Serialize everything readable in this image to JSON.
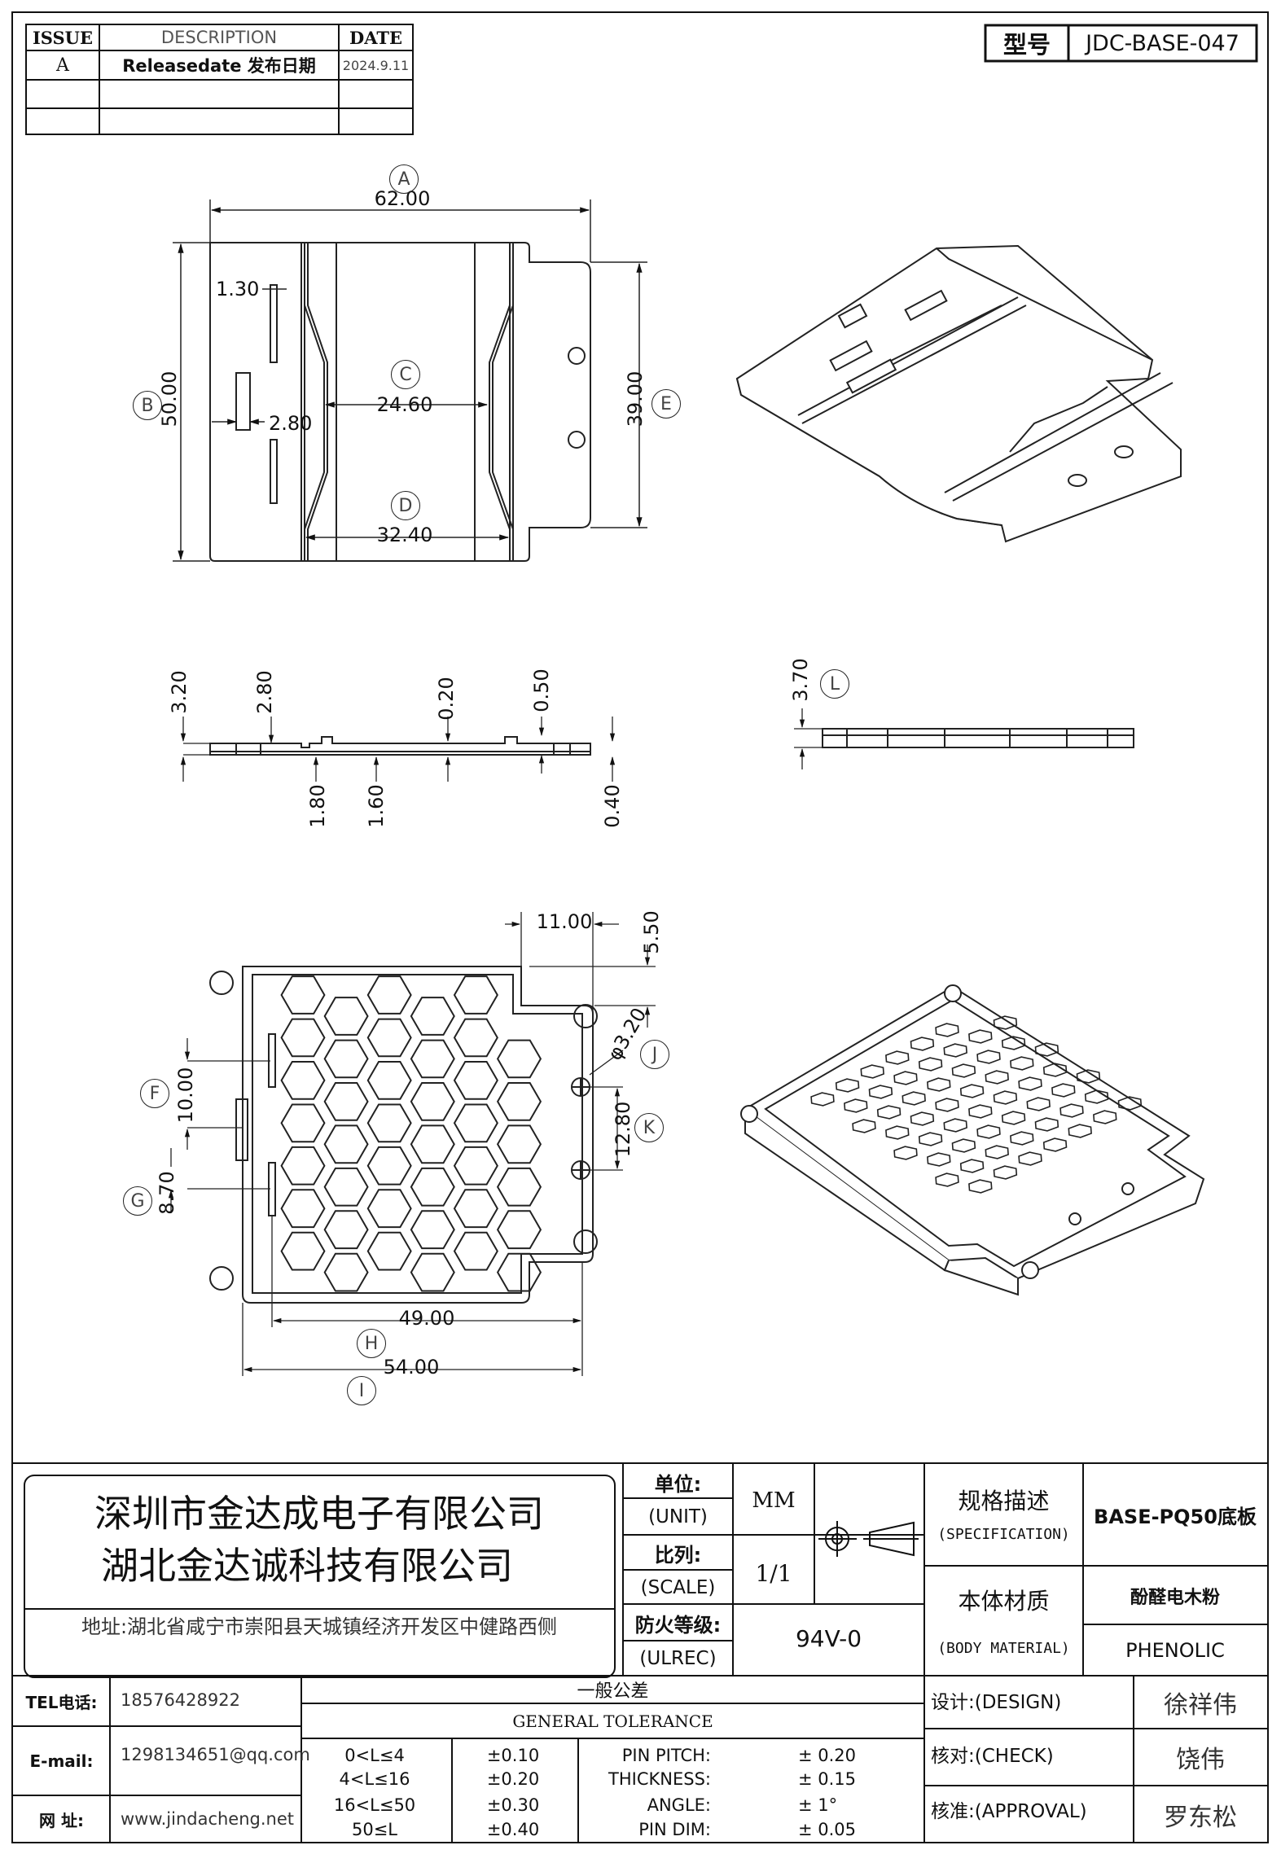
{
  "revision_table": {
    "headers": [
      "ISSUE",
      "DESCRIPTION",
      "DATE"
    ],
    "rows": [
      {
        "issue": "A",
        "description": "Releasedate 发布日期",
        "date": "2024.9.11"
      }
    ]
  },
  "model": {
    "label": "型号",
    "value": "JDC-BASE-047"
  },
  "dimensions": {
    "A": "62.00",
    "B": "50.00",
    "C": "24.60",
    "D": "32.40",
    "E": "39.00",
    "slot_w": "1.30",
    "slot_gap": "2.80",
    "side_h1": "3.20",
    "side_h2": "2.80",
    "side_t1": "0.20",
    "side_t2": "0.50",
    "side_b1": "1.80",
    "side_b2": "1.60",
    "side_b3": "0.40",
    "L": "3.70",
    "notch_w": "11.00",
    "notch_h": "5.50",
    "J": "φ3.20",
    "K": "12.80",
    "F": "10.00",
    "G": "8.70",
    "H": "49.00",
    "I": "54.00"
  },
  "balloons": {
    "A": "A",
    "B": "B",
    "C": "C",
    "D": "D",
    "E": "E",
    "L": "L",
    "J": "J",
    "K": "K",
    "F": "F",
    "G": "G",
    "H": "H",
    "I": "I"
  },
  "company": {
    "name1": "深圳市金达成电子有限公司",
    "name2": "湖北金达诚科技有限公司",
    "address": "地址:湖北省咸宁市崇阳县天城镇经济开发区中健路西侧"
  },
  "title_block": {
    "unit_cn": "单位:",
    "unit_en": "(UNIT)",
    "unit_value": "MM",
    "scale_cn": "比列:",
    "scale_en": "(SCALE)",
    "scale_value": "1/1",
    "fire_cn": "防火等级:",
    "fire_en": "(ULREC)",
    "fire_value": "94V-0",
    "spec_cn": "规格描述",
    "spec_en": "(SPECIFICATION)",
    "spec_value": "BASE-PQ50底板",
    "material_cn": "本体材质",
    "material_en": "(BODY MATERIAL)",
    "material_cn_value": "酚醛电木粉",
    "material_value": "PHENOLIC"
  },
  "contact": {
    "tel_label": "TEL电话:",
    "tel": "18576428922",
    "email_label": "E-mail:",
    "email": "1298134651@qq.com",
    "web_label": "网  址:",
    "web": "www.jindacheng.net"
  },
  "tolerance": {
    "title_cn": "一般公差",
    "title_en": "GENERAL TOLERANCE",
    "rows": [
      {
        "range": "0<L≤4",
        "tol": "±0.10",
        "item": "PIN PITCH:",
        "val": "±  0.20"
      },
      {
        "range": "4<L≤16",
        "tol": "±0.20",
        "item": "THICKNESS:",
        "val": "±  0.15"
      },
      {
        "range": "16<L≤50",
        "tol": "±0.30",
        "item": "ANGLE:",
        "val": "±  1°"
      },
      {
        "range": "50≤L",
        "tol": "±0.40",
        "item": "PIN DIM:",
        "val": "±  0.05"
      }
    ]
  },
  "approvals": {
    "design_label": "设计:(DESIGN)",
    "design": "徐祥伟",
    "check_label": "核对:(CHECK)",
    "check": "饶伟",
    "approval_label": "核准:(APPROVAL)",
    "approval": "罗东松"
  }
}
